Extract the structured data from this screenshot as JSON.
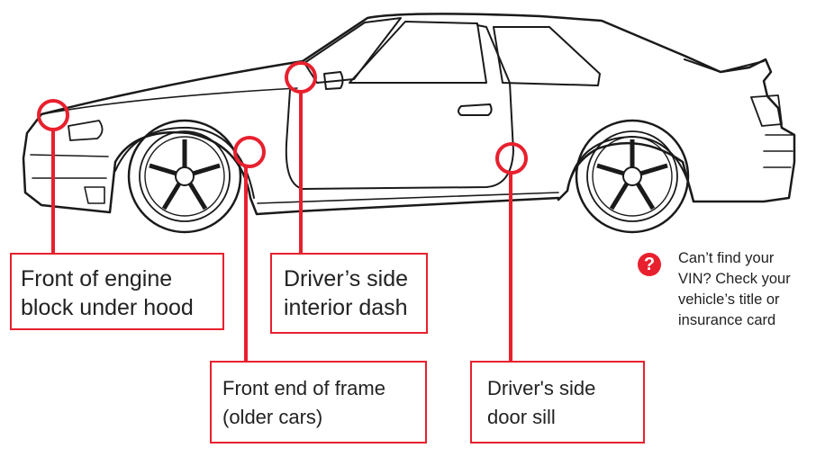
{
  "callouts": {
    "engine": {
      "line1": "Front of engine",
      "line2": "block under hood"
    },
    "dash": {
      "line1": "Driver’s side",
      "line2": "interior dash"
    },
    "frame": {
      "line1": "Front end of frame",
      "line2": "(older cars)"
    },
    "sill": {
      "line1": "Driver's side",
      "line2": "door sill"
    }
  },
  "help": {
    "icon": "question-circle-icon",
    "lines": [
      "Can’t find your",
      "VIN? Check your",
      "vehicle’s title or",
      "insurance card"
    ]
  },
  "colors": {
    "accent": "#e8202e",
    "outline": "#1a1a1a",
    "text": "#222222"
  }
}
